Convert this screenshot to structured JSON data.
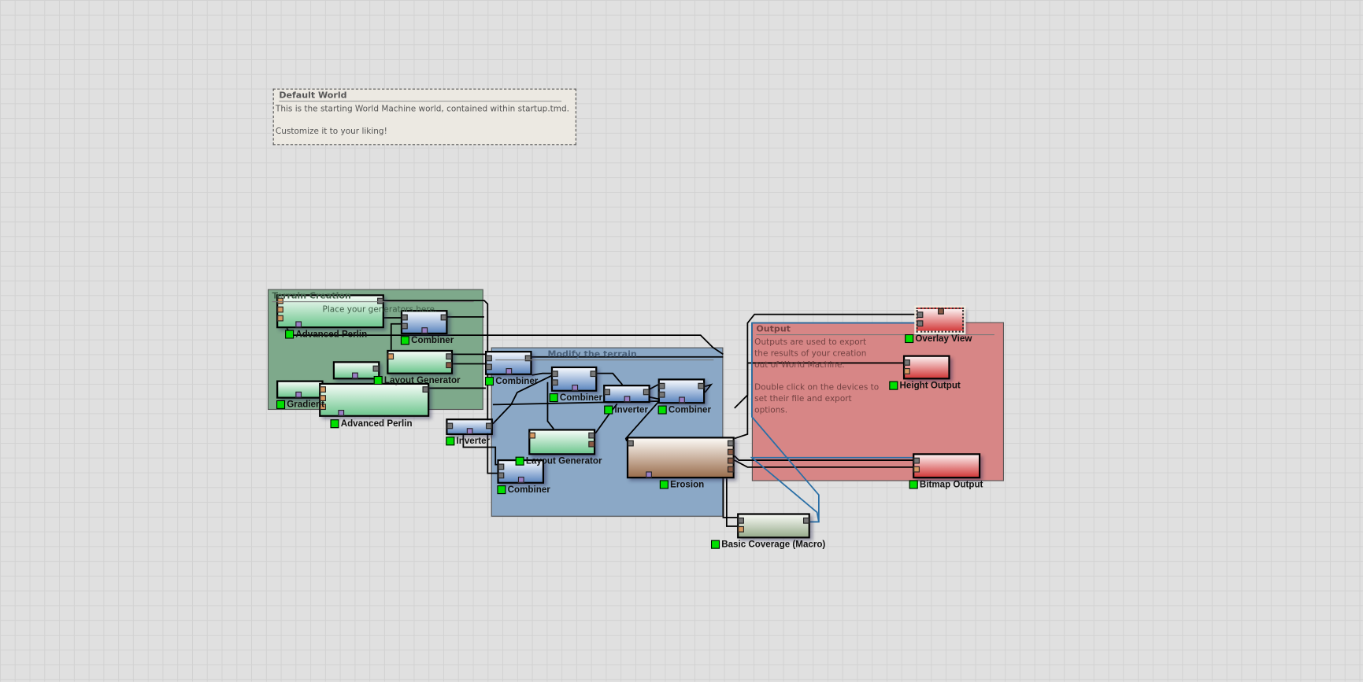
{
  "comment": {
    "title": "Default World",
    "body": "This is the starting World Machine world, contained within startup.tmd.\n\nCustomize it to your liking!"
  },
  "groups": {
    "terrain": {
      "title": "Terrain Creation",
      "body": "Place your generators here."
    },
    "modify": {
      "title": "Modify the terrain",
      "body": ""
    },
    "output": {
      "title": "Output",
      "body": "Outputs are used to export the results of your creation out of World Machine.\n\nDouble click on the devices to set their file and export options."
    }
  },
  "nodes": {
    "perlin1": "Advanced Perlin",
    "combiner1": "Combiner",
    "layout1": "Layout Generator",
    "gradient": "Gradient",
    "perlin2": "Advanced Perlin",
    "combiner2": "Combiner",
    "combiner3": "Combiner",
    "inverter1": "Inverter",
    "combiner4": "Combiner",
    "inverter2": "Inverter",
    "layout2": "Layout Generator",
    "combiner5": "Combiner",
    "erosion": "Erosion",
    "coverage": "Basic Coverage (Macro)",
    "overlay": "Overlay View",
    "height": "Height Output",
    "bitmap": "Bitmap Output"
  }
}
